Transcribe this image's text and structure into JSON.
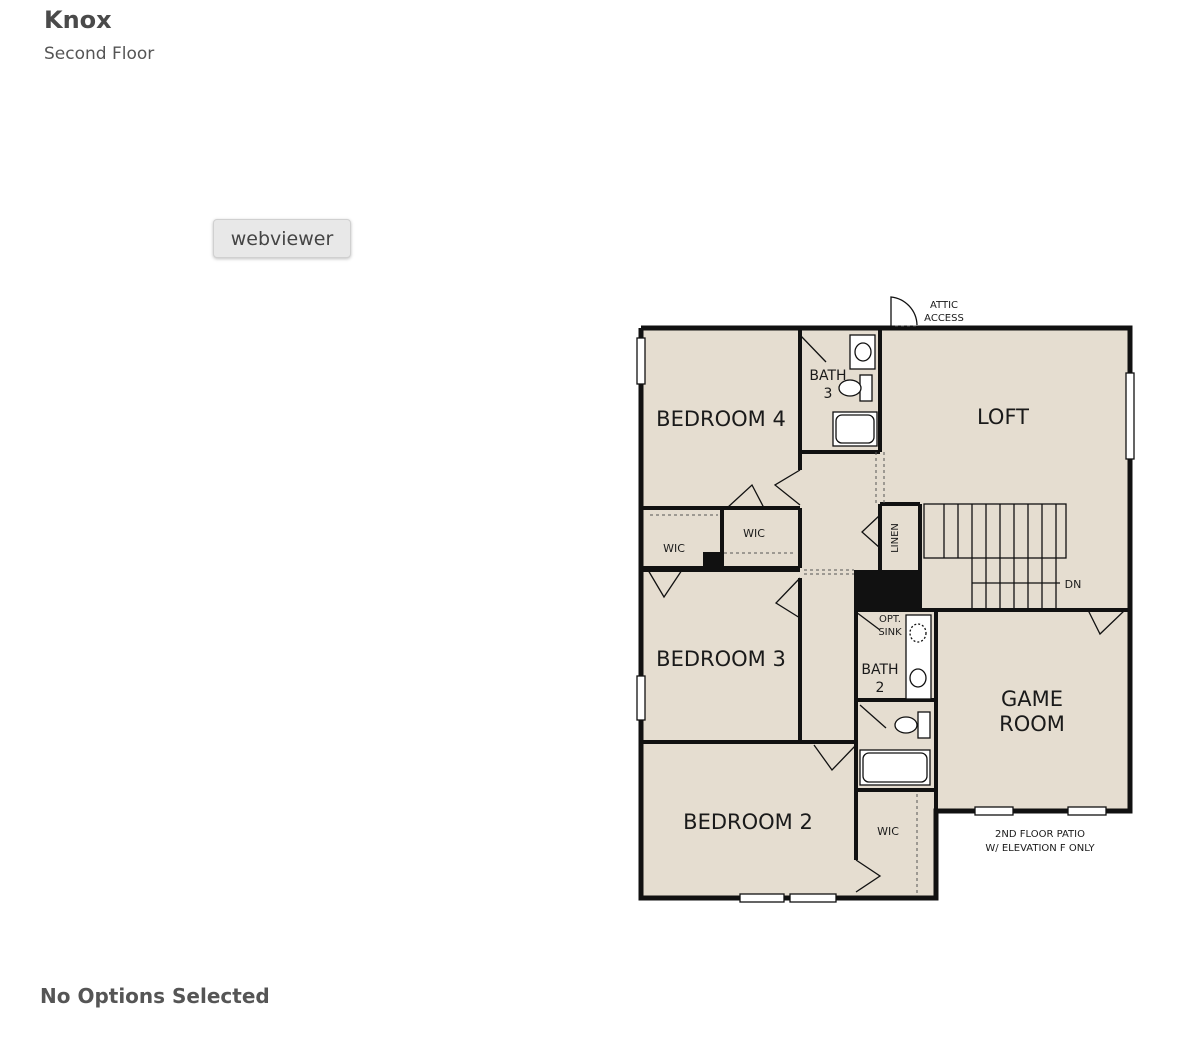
{
  "header": {
    "title": "Knox",
    "subtitle": "Second Floor"
  },
  "webviewer": {
    "label": "webviewer"
  },
  "footer": {
    "options_text": "No Options Selected"
  },
  "floorplan": {
    "fill_color": "#e5ddd0",
    "wall_color": "#111111",
    "rooms": {
      "bedroom4": "BEDROOM 4",
      "loft": "LOFT",
      "bedroom3": "BEDROOM 3",
      "game_line1": "GAME",
      "game_line2": "ROOM",
      "bedroom2": "BEDROOM 2",
      "bath3_line1": "BATH",
      "bath3_line2": "3",
      "bath2_line1": "BATH",
      "bath2_line2": "2",
      "wic_a": "WIC",
      "wic_b": "WIC",
      "wic_c": "WIC",
      "linen": "LINEN",
      "opt_sink_line1": "OPT.",
      "opt_sink_line2": "SINK",
      "dn": "DN"
    },
    "notes": {
      "attic_line1": "ATTIC",
      "attic_line2": "ACCESS",
      "patio_line1": "2ND FLOOR PATIO",
      "patio_line2": "W/ ELEVATION F ONLY"
    }
  }
}
